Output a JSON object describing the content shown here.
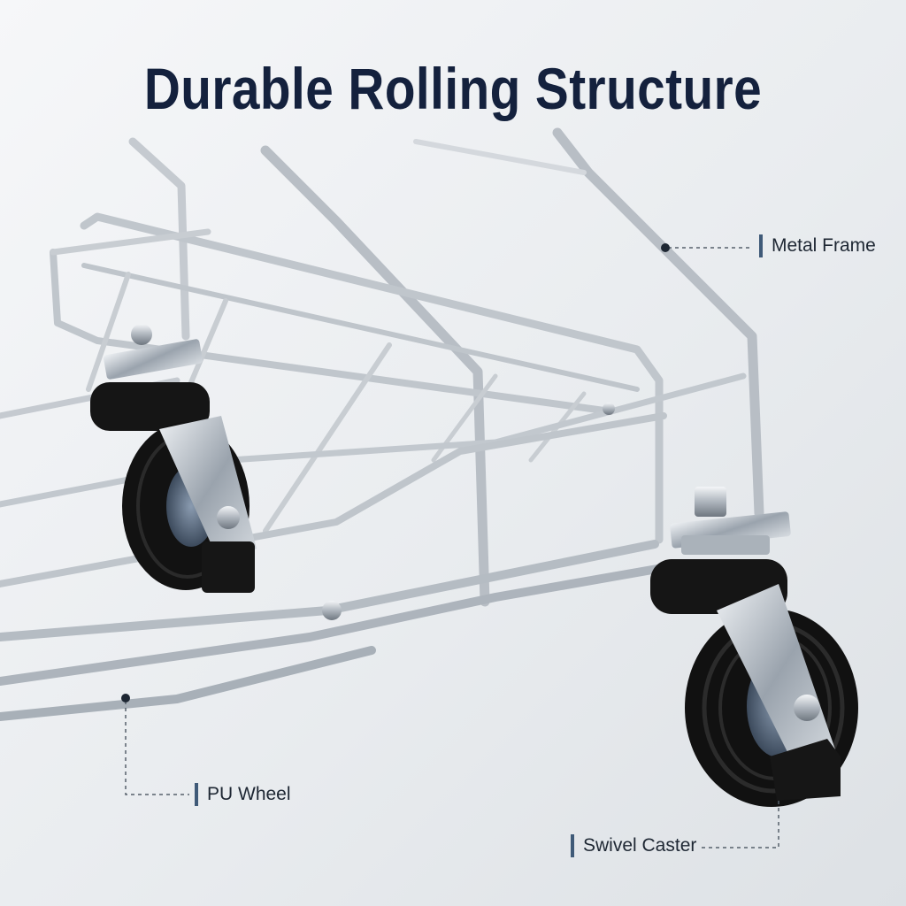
{
  "headline": "Durable Rolling Structure",
  "callouts": {
    "metal_frame": "Metal Frame",
    "pu_wheel": "PU Wheel",
    "swivel_caster": "Swivel Caster"
  },
  "colors": {
    "headline": "#14213d",
    "accent_bar": "#3f5a78",
    "leader_line": "#56606b",
    "chrome": "#c7ccd2",
    "chrome_dark": "#7f8790",
    "wheel": "#121212",
    "hub": "#5c6f86"
  }
}
